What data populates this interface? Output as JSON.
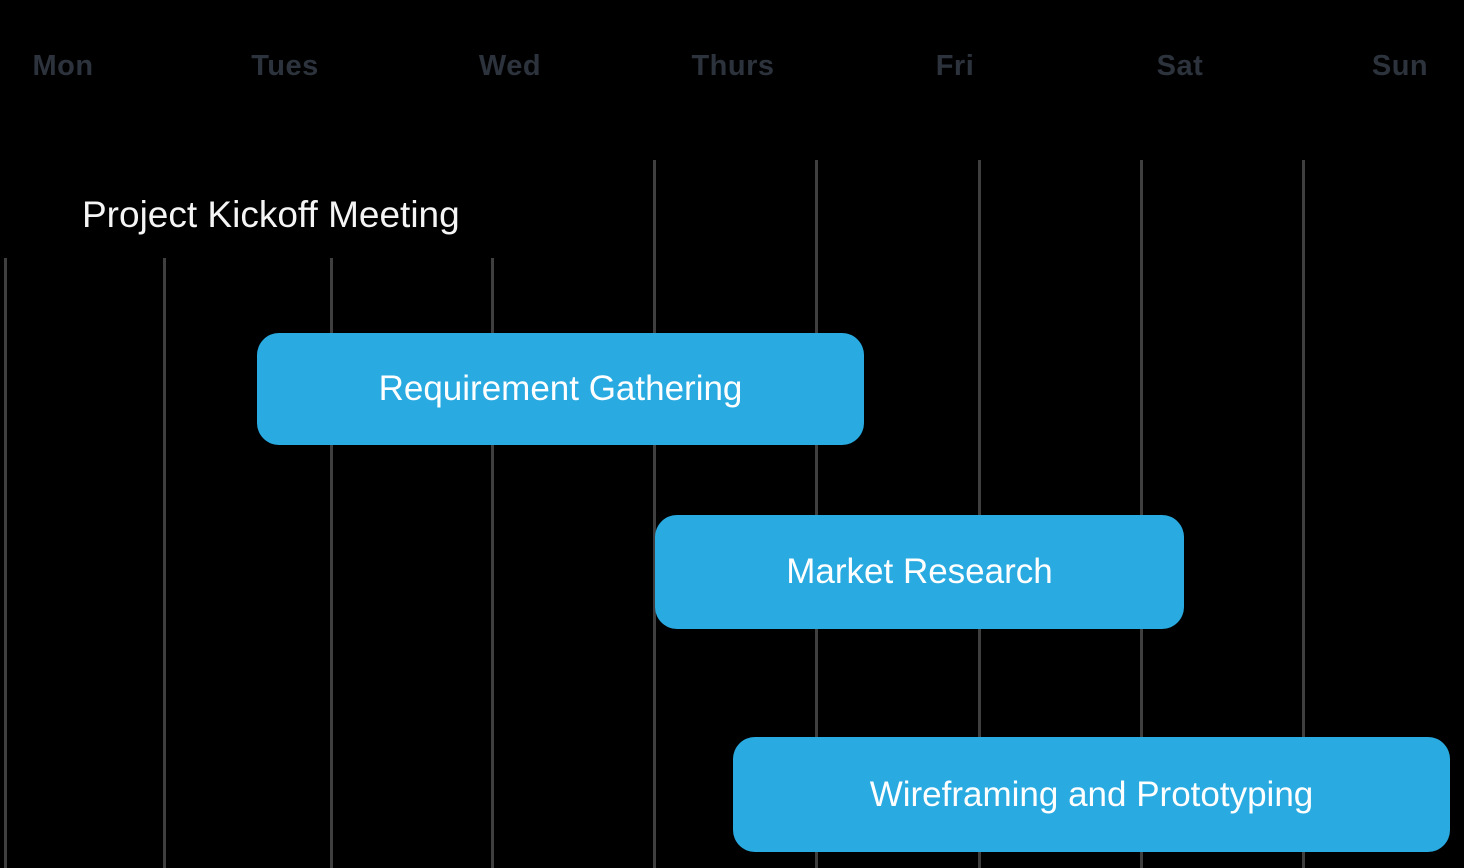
{
  "chart_data": {
    "type": "gantt",
    "title": "",
    "categories": [
      "Mon",
      "Tues",
      "Wed",
      "Thurs",
      "Fri",
      "Sat",
      "Sun"
    ],
    "tasks": [
      {
        "name": "Project Kickoff Meeting",
        "kind": "label",
        "start": "Mon",
        "end": "Mon",
        "row": 0
      },
      {
        "name": "Requirement Gathering",
        "kind": "bar",
        "start": "Tues",
        "end": "Thurs",
        "row": 1
      },
      {
        "name": "Market Research",
        "kind": "bar",
        "start": "Thurs",
        "end": "Fri",
        "row": 2
      },
      {
        "name": "Wireframing and Prototyping",
        "kind": "bar",
        "start": "Thurs",
        "end": "Sun",
        "row": 3
      }
    ],
    "legend": false,
    "grid": "vertical",
    "colors": {
      "background": "#000000",
      "bar_fill": "#29abe2",
      "bar_text": "#ffffff",
      "axis_label": "#2d333c",
      "gridline": "#3f3f3f",
      "task_label_text": "#f5f5f5"
    }
  }
}
